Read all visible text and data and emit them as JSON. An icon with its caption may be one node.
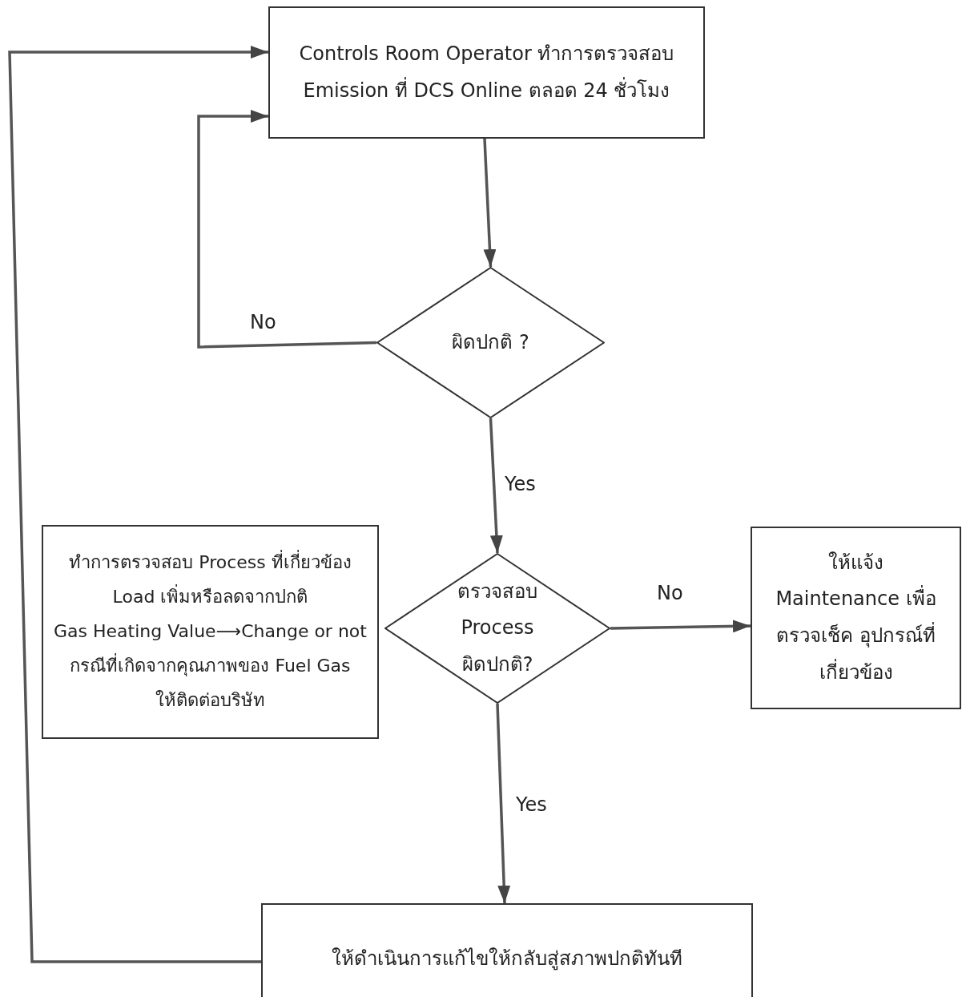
{
  "diagram": {
    "nodes": [
      {
        "text": [
          "Controls Room Operator ทำการตรวจสอบ Emission ที่ DCS Online ตลอด 24 ชั่วโมง"
        ]
      },
      {
        "text": [
          "ผิดปกติ ?"
        ]
      },
      {
        "text": [
          "ทำการตรวจสอบ Process ที่เกี่ยวข้อง",
          "Load เพิ่มหรือลดจากปกติ",
          "Gas Heating Value⟶Change or not",
          "กรณีที่เกิดจากคุณภาพของ Fuel Gas",
          "ให้ติดต่อบริษัท"
        ]
      },
      {
        "text": [
          "ตรวจสอบ Process ผิดปกติ?"
        ]
      },
      {
        "text": [
          "ให้แจ้ง Maintenance เพื่อตรวจเช็ค อุปกรณ์ที่เกี่ยวข้อง"
        ]
      },
      {
        "text": [
          "ให้ดำเนินการแก้ไขให้กลับสู่สภาพปกติทันที"
        ]
      }
    ],
    "edges": [
      {
        "from": 0,
        "to": 1,
        "arrow": "to"
      },
      {
        "from": 1,
        "to": 0,
        "arrow": "to",
        "label": "No"
      },
      {
        "from": 1,
        "to": 3,
        "arrow": "to",
        "label": "Yes"
      },
      {
        "from": 3,
        "to": 4,
        "arrow": "to",
        "label": "No"
      },
      {
        "from": 3,
        "to": 5,
        "arrow": "to",
        "label": "Yes"
      },
      {
        "from": 5,
        "to": 0,
        "arrow": "to"
      }
    ]
  }
}
